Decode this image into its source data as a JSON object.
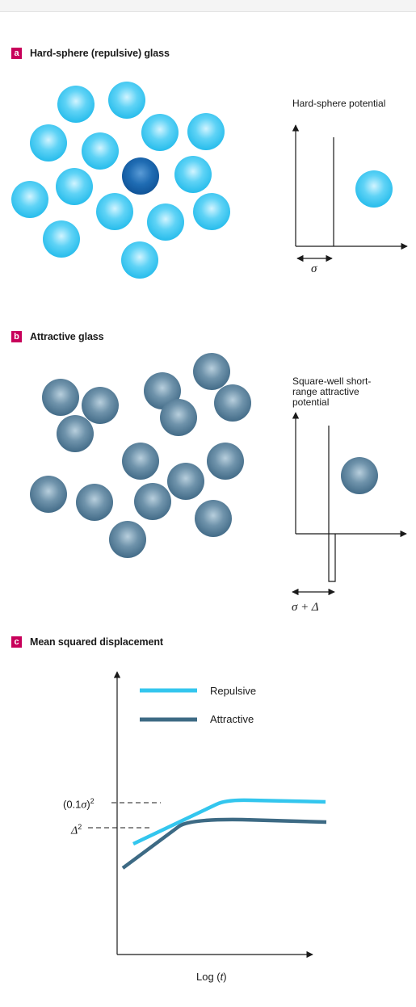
{
  "panels": {
    "a": {
      "letter": "a",
      "title": "Hard-sphere (repulsive) glass",
      "potential_label": "Hard-sphere potential",
      "sigma_symbol": "σ"
    },
    "b": {
      "letter": "b",
      "title": "Attractive glass",
      "potential_label_lines": [
        "Square-well short-",
        "range attractive",
        "potential"
      ],
      "sigma_delta_symbol": "σ + Δ"
    },
    "c": {
      "letter": "c",
      "title": "Mean squared displacement",
      "legend": [
        {
          "name": "Repulsive",
          "color": "#33c6ee"
        },
        {
          "name": "Attractive",
          "color": "#3d6a84"
        }
      ],
      "ytick_sigma_base": "(0.1",
      "ytick_sigma_sym": "σ",
      "ytick_sigma_close": ")",
      "ytick_sigma_exp": "2",
      "ytick_delta_sym": "Δ",
      "ytick_delta_exp": "2",
      "xlabel_prefix": "Log (",
      "xlabel_var": "t",
      "xlabel_suffix": ")"
    }
  },
  "colors": {
    "badge": "#c8005a",
    "repulsive_sphere": "#2ec4ef",
    "repulsive_sphere_highlight": "#cbf2ff",
    "tagged_sphere": "#1560a8",
    "attractive_sphere": "#3f6a86",
    "attractive_sphere_highlight": "#a8c3d4"
  }
}
